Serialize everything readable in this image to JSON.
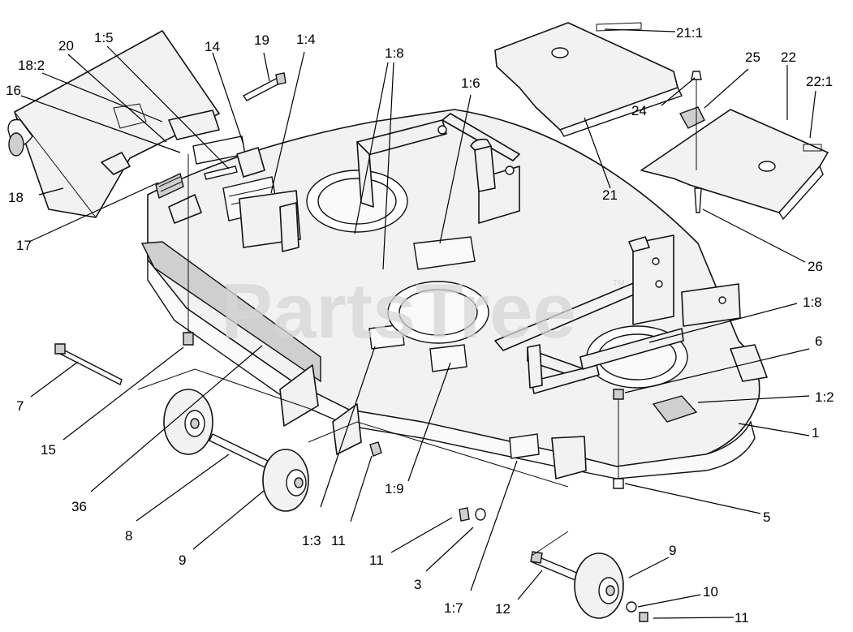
{
  "watermark": {
    "text": "PartsTree",
    "tm": "TM"
  },
  "callouts": [
    {
      "id": "c-21-1",
      "label": "21:1"
    },
    {
      "id": "c-22",
      "label": "22"
    },
    {
      "id": "c-25",
      "label": "25"
    },
    {
      "id": "c-22-1",
      "label": "22:1"
    },
    {
      "id": "c-24",
      "label": "24"
    },
    {
      "id": "c-21",
      "label": "21"
    },
    {
      "id": "c-26",
      "label": "26"
    },
    {
      "id": "c-1-5",
      "label": "1:5"
    },
    {
      "id": "c-20",
      "label": "20"
    },
    {
      "id": "c-14",
      "label": "14"
    },
    {
      "id": "c-19",
      "label": "19"
    },
    {
      "id": "c-1-4",
      "label": "1:4"
    },
    {
      "id": "c-1-8a",
      "label": "1:8"
    },
    {
      "id": "c-1-6",
      "label": "1:6"
    },
    {
      "id": "c-18-2",
      "label": "18:2"
    },
    {
      "id": "c-16",
      "label": "16"
    },
    {
      "id": "c-18",
      "label": "18"
    },
    {
      "id": "c-17",
      "label": "17"
    },
    {
      "id": "c-1-8b",
      "label": "1:8"
    },
    {
      "id": "c-6",
      "label": "6"
    },
    {
      "id": "c-1-2",
      "label": "1:2"
    },
    {
      "id": "c-1",
      "label": "1"
    },
    {
      "id": "c-5",
      "label": "5"
    },
    {
      "id": "c-7",
      "label": "7"
    },
    {
      "id": "c-15",
      "label": "15"
    },
    {
      "id": "c-36",
      "label": "36"
    },
    {
      "id": "c-8",
      "label": "8"
    },
    {
      "id": "c-9a",
      "label": "9"
    },
    {
      "id": "c-1-3",
      "label": "1:3"
    },
    {
      "id": "c-11a",
      "label": "11"
    },
    {
      "id": "c-1-9",
      "label": "1:9"
    },
    {
      "id": "c-11b",
      "label": "11"
    },
    {
      "id": "c-3",
      "label": "3"
    },
    {
      "id": "c-1-7",
      "label": "1:7"
    },
    {
      "id": "c-12",
      "label": "12"
    },
    {
      "id": "c-9b",
      "label": "9"
    },
    {
      "id": "c-10",
      "label": "10"
    },
    {
      "id": "c-11c",
      "label": "11"
    }
  ]
}
